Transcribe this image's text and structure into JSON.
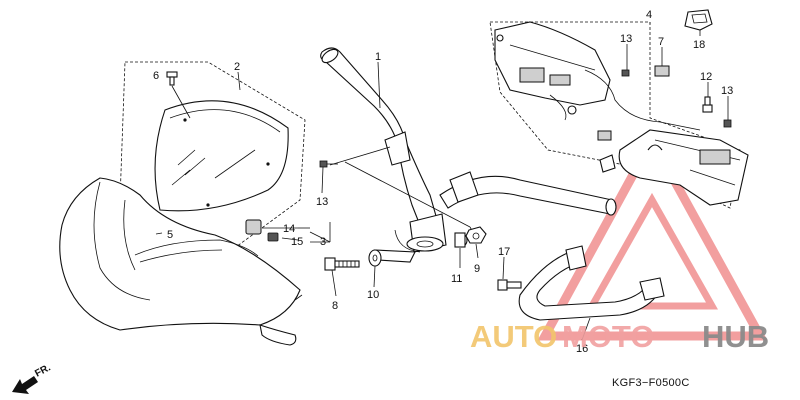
{
  "diagram": {
    "code": "KGF3−F0500C",
    "direction_label": "FR.",
    "callouts": [
      {
        "id": "c1",
        "text": "1"
      },
      {
        "id": "c2",
        "text": "2"
      },
      {
        "id": "c3",
        "text": "3"
      },
      {
        "id": "c4",
        "text": "4"
      },
      {
        "id": "c5",
        "text": "5"
      },
      {
        "id": "c6",
        "text": "6"
      },
      {
        "id": "c7",
        "text": "7"
      },
      {
        "id": "c8",
        "text": "8"
      },
      {
        "id": "c9",
        "text": "9"
      },
      {
        "id": "c10",
        "text": "10"
      },
      {
        "id": "c11",
        "text": "11"
      },
      {
        "id": "c12",
        "text": "12"
      },
      {
        "id": "c13a",
        "text": "13"
      },
      {
        "id": "c13b",
        "text": "13"
      },
      {
        "id": "c13c",
        "text": "13"
      },
      {
        "id": "c14",
        "text": "14"
      },
      {
        "id": "c15",
        "text": "15"
      },
      {
        "id": "c16",
        "text": "16"
      },
      {
        "id": "c17",
        "text": "17"
      },
      {
        "id": "c18",
        "text": "18"
      }
    ]
  },
  "watermark": {
    "part1": "AUTO",
    "part2": "MOTO",
    "part3": "HUB",
    "colors": {
      "auto": "#f2c46a",
      "moto": "#f1a0a0",
      "hub": "#8a8a8a",
      "triangle": "#ee8080"
    }
  }
}
